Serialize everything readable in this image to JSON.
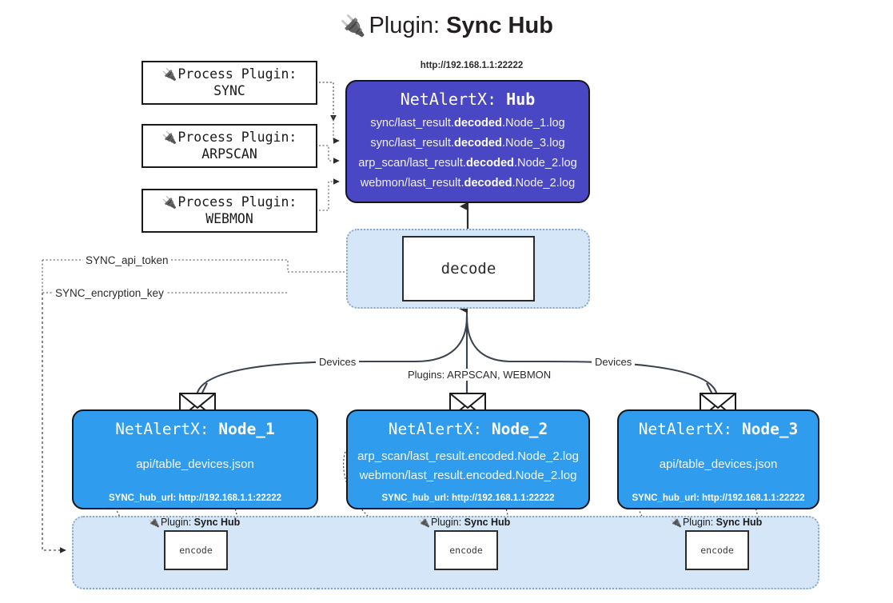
{
  "title": {
    "icon": "plug-icon",
    "prefix": "Plugin: ",
    "name": "Sync Hub"
  },
  "process_plugins": [
    {
      "icon": "plug-icon",
      "heading": "Process Plugin:",
      "name": "SYNC"
    },
    {
      "icon": "plug-icon",
      "heading": "Process Plugin:",
      "name": "ARPSCAN"
    },
    {
      "icon": "plug-icon",
      "heading": "Process Plugin:",
      "name": "WEBMON"
    }
  ],
  "hub": {
    "url": "http://192.168.1.1:22222",
    "title_prefix": "NetAlertX: ",
    "title_name": "Hub",
    "lines": [
      {
        "pre": "sync/last_result.",
        "bold": "decoded",
        "post": ".Node_1.log"
      },
      {
        "pre": "sync/last_result.",
        "bold": "decoded",
        "post": ".Node_3.log"
      },
      {
        "pre": "arp_scan/last_result.",
        "bold": "decoded",
        "post": ".Node_2.log"
      },
      {
        "pre": "webmon/last_result.",
        "bold": "decoded",
        "post": ".Node_2.log"
      }
    ]
  },
  "decode": {
    "label": "decode"
  },
  "keys": {
    "api_token": "SYNC_api_token",
    "encryption_key": "SYNC_encryption_key"
  },
  "edges": {
    "devices_left": "Devices",
    "devices_right": "Devices",
    "plugins_mid": "Plugins: ARPSCAN, WEBMON"
  },
  "nodes": [
    {
      "title_prefix": "NetAlertX: ",
      "title_name": "Node_1",
      "lines": [
        "api/table_devices.json"
      ],
      "footer": "SYNC_hub_url: http://192.168.1.1:22222"
    },
    {
      "title_prefix": "NetAlertX: ",
      "title_name": "Node_2",
      "lines": [
        "arp_scan/last_result.encoded.Node_2.log",
        "webmon/last_result.encoded.Node_2.log"
      ],
      "footer": "SYNC_hub_url: http://192.168.1.1:22222"
    },
    {
      "title_prefix": "NetAlertX: ",
      "title_name": "Node_3",
      "lines": [
        "api/table_devices.json"
      ],
      "footer": "SYNC_hub_url: http://192.168.1.1:22222"
    }
  ],
  "encode_sections": [
    {
      "icon": "plug-icon",
      "prefix": "Plugin: ",
      "name": "Sync Hub",
      "box_label": "encode"
    },
    {
      "icon": "plug-icon",
      "prefix": "Plugin: ",
      "name": "Sync Hub",
      "box_label": "encode"
    },
    {
      "icon": "plug-icon",
      "prefix": "Plugin: ",
      "name": "Sync Hub",
      "box_label": "encode"
    }
  ],
  "colors": {
    "hub_fill": "#4a47c4",
    "node_fill": "#2f9ced",
    "container_fill": "#d4e6f8",
    "container_border": "#8aa8c2",
    "stroke": "#15151d",
    "text_dark": "#2b2b2b"
  }
}
